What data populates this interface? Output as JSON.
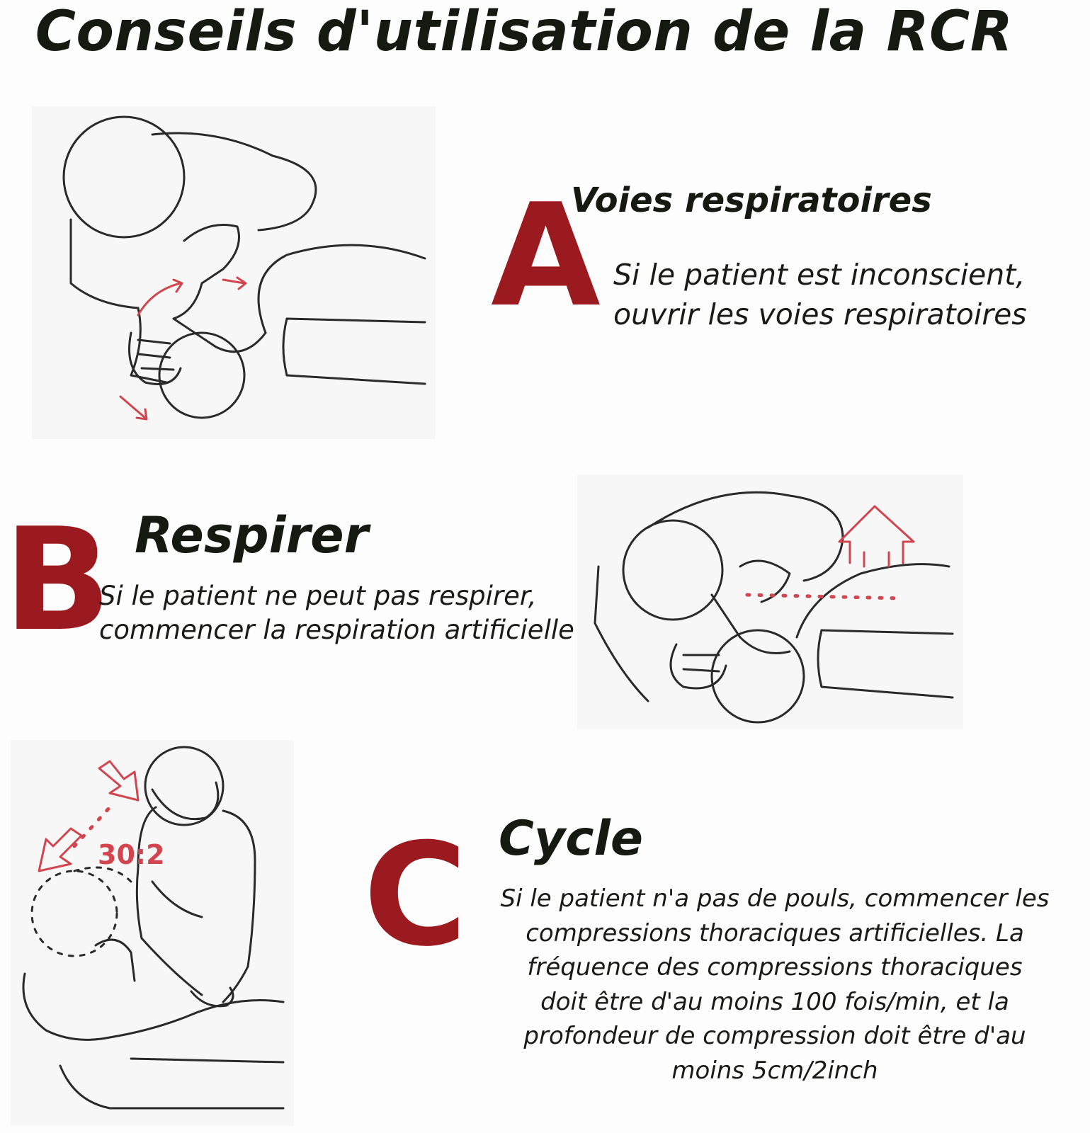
{
  "title": "Conseils d'utilisation de la RCR",
  "steps": [
    {
      "letter": "A",
      "heading": "Voies respiratoires",
      "desc_lines": [
        "Si le patient est inconscient,",
        "ouvrir les voies respiratoires"
      ]
    },
    {
      "letter": "B",
      "heading": "Respirer",
      "desc_lines": [
        "Si le patient ne peut pas respirer,",
        "commencer la respiration artificielle"
      ]
    },
    {
      "letter": "C",
      "heading": "Cycle",
      "desc_lines": [
        "Si le patient n'a pas de pouls, commencer les",
        "compressions thoraciques artificielles. La",
        "fréquence des compressions thoraciques",
        "doit être d'au moins 100 fois/min, et la",
        "profondeur de compression doit être d'au",
        "moins 5cm/2inch"
      ],
      "ratio_label": "30:2"
    }
  ],
  "icons": [
    "head-tilt-illustration",
    "rescue-breath-illustration",
    "chest-compression-illustration"
  ],
  "colors": {
    "accent": "#9b1a1f",
    "text": "#141a10",
    "sketch_red": "#d1464e"
  }
}
